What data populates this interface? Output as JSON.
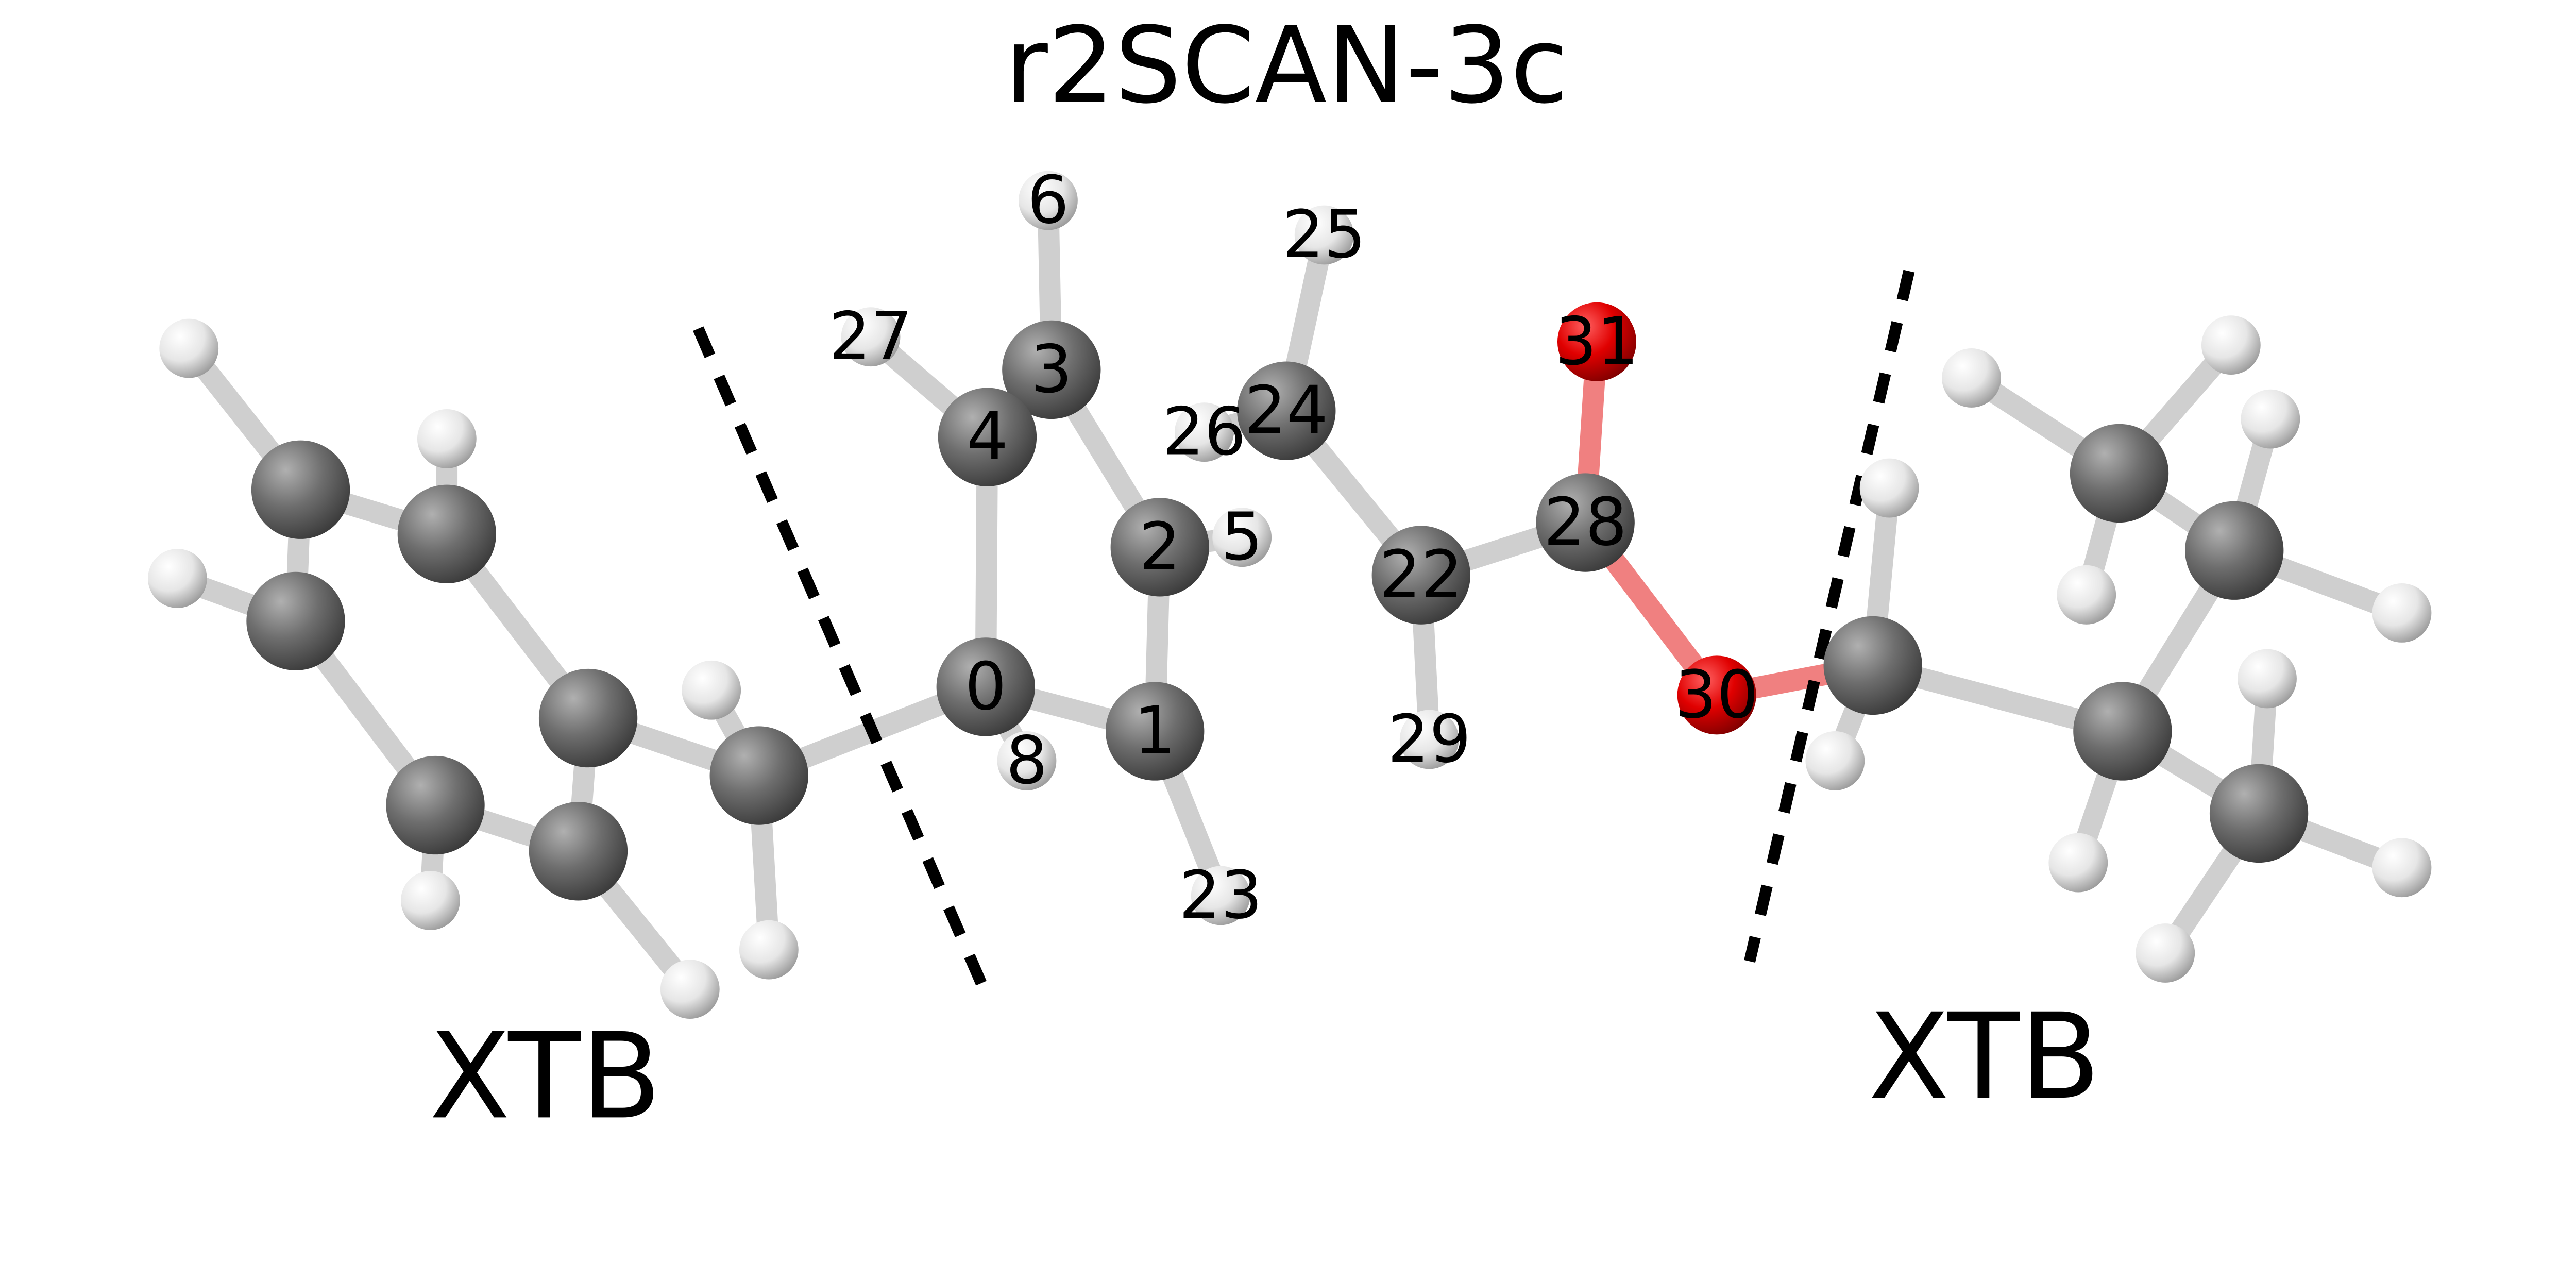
{
  "title": "r2SCAN-3c",
  "regions": {
    "left": "XTB",
    "right": "XTB"
  },
  "molecule": {
    "atom_labels": [
      "0",
      "1",
      "2",
      "3",
      "4",
      "5",
      "6",
      "8",
      "22",
      "23",
      "24",
      "25",
      "26",
      "27",
      "28",
      "29",
      "30",
      "31"
    ]
  },
  "colors": {
    "carbon": "#707070",
    "hydrogen": "#e8e8e8",
    "oxygen": "#e00000",
    "bond": "#cfcfcf",
    "divider": "#000000"
  }
}
